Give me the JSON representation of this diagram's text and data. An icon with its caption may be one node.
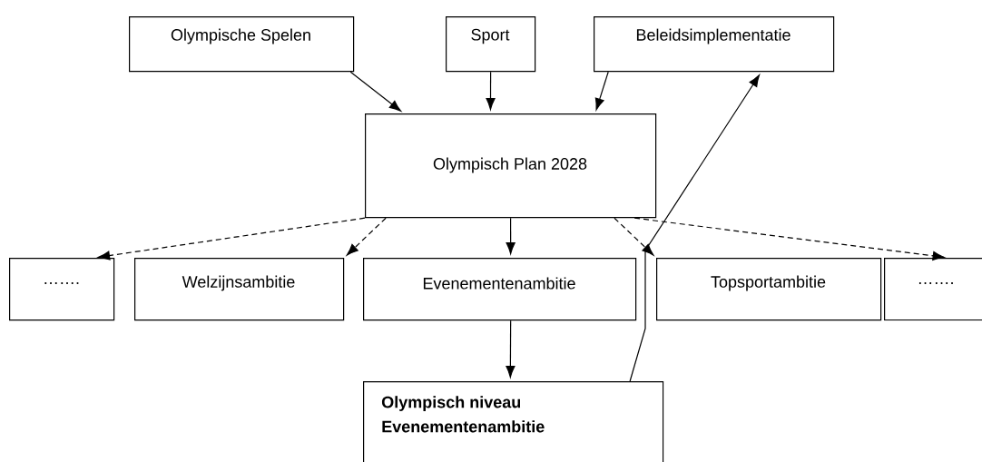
{
  "diagram": {
    "nodes": [
      {
        "text": [
          "Olympische Spelen"
        ]
      },
      {
        "text": [
          "Sport"
        ]
      },
      {
        "text": [
          "Beleidsimplementatie"
        ]
      },
      {
        "text": [
          "Olympisch Plan 2028"
        ]
      },
      {
        "text": [
          "……."
        ]
      },
      {
        "text": [
          "Welzijnsambitie"
        ]
      },
      {
        "text": [
          "Evenementenambitie"
        ]
      },
      {
        "text": [
          "Topsportambitie"
        ]
      },
      {
        "text": [
          "……."
        ]
      },
      {
        "text": [
          "Olympisch niveau Evenementenambitie"
        ]
      }
    ],
    "edges": [
      {
        "from": 0,
        "to": 3,
        "arrow": "to"
      },
      {
        "from": 1,
        "to": 3,
        "arrow": "to"
      },
      {
        "from": 2,
        "to": 3,
        "arrow": "to"
      },
      {
        "from": 3,
        "to": 4,
        "arrow": "to",
        "style": "dashed"
      },
      {
        "from": 3,
        "to": 5,
        "arrow": "to",
        "style": "dashed"
      },
      {
        "from": 3,
        "to": 6,
        "arrow": "to"
      },
      {
        "from": 3,
        "to": 7,
        "arrow": "to",
        "style": "dashed"
      },
      {
        "from": 3,
        "to": 8,
        "arrow": "to",
        "style": "dashed"
      },
      {
        "from": 6,
        "to": 9,
        "arrow": "to"
      },
      {
        "from": 9,
        "to": 2,
        "arrow": "to"
      }
    ]
  }
}
